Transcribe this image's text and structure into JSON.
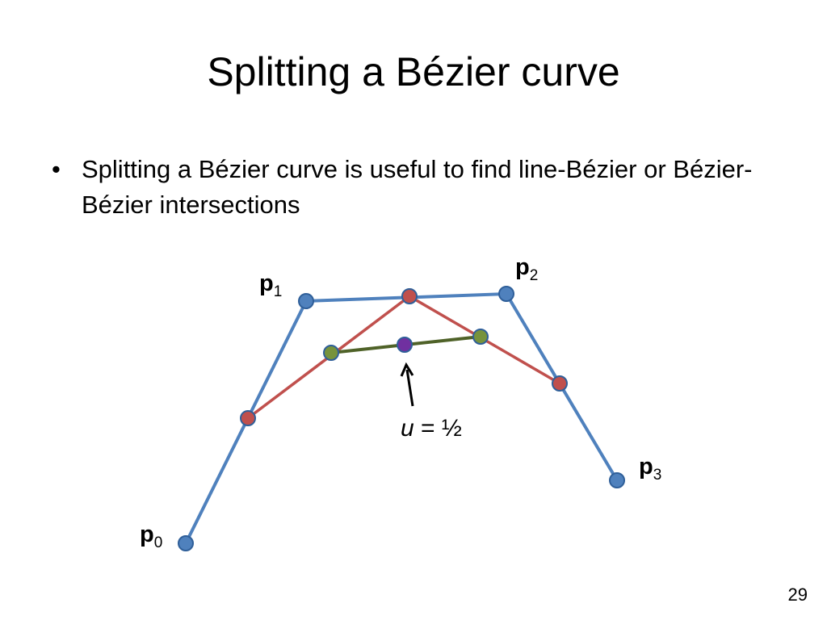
{
  "title": "Splitting a Bézier curve",
  "bullets": [
    {
      "text": "Splitting a Bézier curve is useful to find line-Bézier or Bézier-Bézier intersections"
    }
  ],
  "diagram": {
    "labels": {
      "p0": {
        "base": "p",
        "sub": "0"
      },
      "p1": {
        "base": "p",
        "sub": "1"
      },
      "p2": {
        "base": "p",
        "sub": "2"
      },
      "p3": {
        "base": "p",
        "sub": "3"
      }
    },
    "annotation": {
      "var": "u",
      "rest": " = ½"
    },
    "colors": {
      "control_polygon": "#4f81bd",
      "control_point_stroke": "#2f5f99",
      "level1": "#c0504d",
      "level2": "#4f6228",
      "level2_point": "#77933c",
      "split_point": "#7030a0",
      "arrow": "#000000"
    }
  },
  "page_number": "29"
}
